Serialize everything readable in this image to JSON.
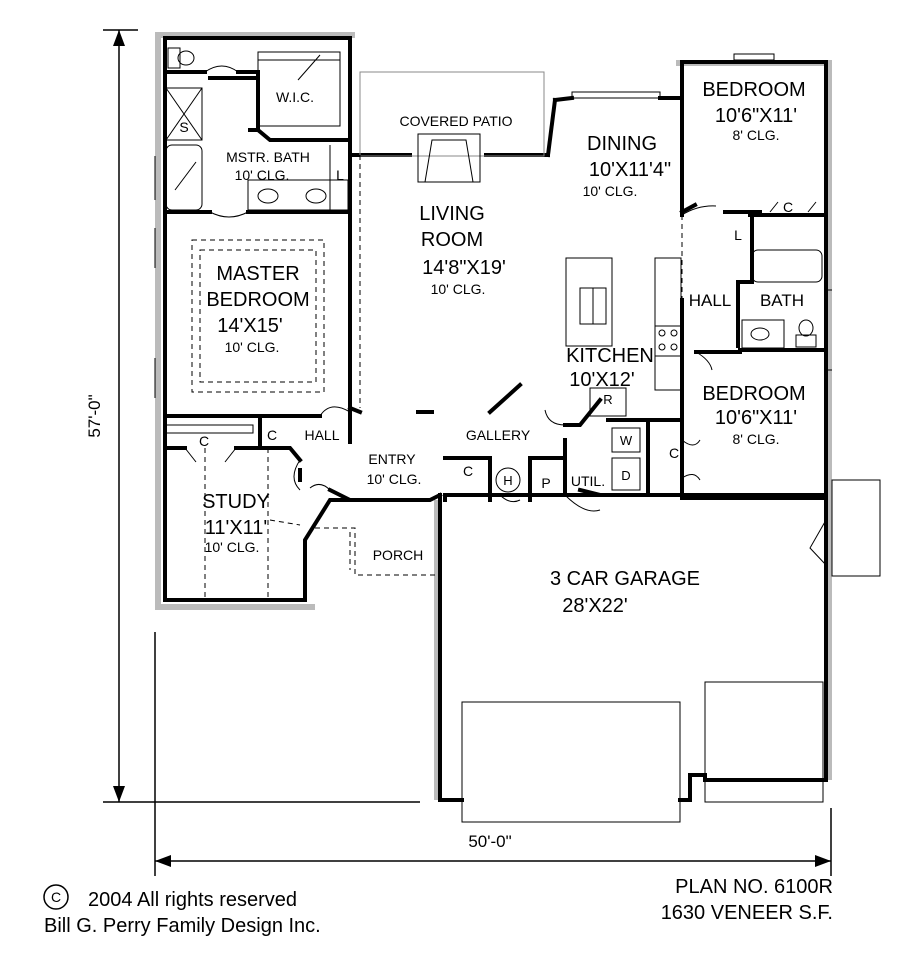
{
  "rooms": {
    "covered_patio": "COVERED PATIO",
    "wic": "W.I.C.",
    "shower": "S",
    "mstr_bath": "MSTR. BATH",
    "mstr_bath_clg": "10' CLG.",
    "mstr_bath_l": "L",
    "master_bedroom_1": "MASTER",
    "master_bedroom_2": "BEDROOM",
    "master_bedroom_size": "14'X15'",
    "master_bedroom_clg": "10' CLG.",
    "living_1": "LIVING",
    "living_2": "ROOM",
    "living_size": "14'8\"X19'",
    "living_clg": "10' CLG.",
    "dining": "DINING",
    "dining_size": "10'X11'4\"",
    "dining_clg": "10' CLG.",
    "kitchen": "KITCHEN",
    "kitchen_size": "10'X12'",
    "fridge": "R",
    "bedroom2": "BEDROOM",
    "bedroom2_size": "10'6\"X11'",
    "bedroom2_clg": "8' CLG.",
    "bedroom2_closet": "C",
    "linen": "L",
    "hall_right": "HALL",
    "bath": "BATH",
    "bedroom3": "BEDROOM",
    "bedroom3_size": "10'6\"X11'",
    "bedroom3_clg": "8' CLG.",
    "bedroom3_closet": "C",
    "washer": "W",
    "dryer": "D",
    "util": "UTIL.",
    "pantry": "P",
    "heater": "H",
    "coat_closet": "C",
    "gallery": "GALLERY",
    "entry": "ENTRY",
    "entry_clg": "10' CLG.",
    "hall_left": "HALL",
    "hall_closet": "C",
    "study_closet": "C",
    "study": "STUDY",
    "study_size": "11'X11'",
    "study_clg": "10' CLG.",
    "porch": "PORCH",
    "garage": "3 CAR GARAGE",
    "garage_size": "28'X22'"
  },
  "dimensions": {
    "depth": "57'-0\"",
    "width": "50'-0\""
  },
  "footer": {
    "copyright_symbol": "C",
    "copyright_line": "2004 All rights reserved",
    "company": "Bill G. Perry Family Design Inc.",
    "plan_no": "PLAN NO. 6100R",
    "sqft": "1630 VENEER S.F."
  }
}
